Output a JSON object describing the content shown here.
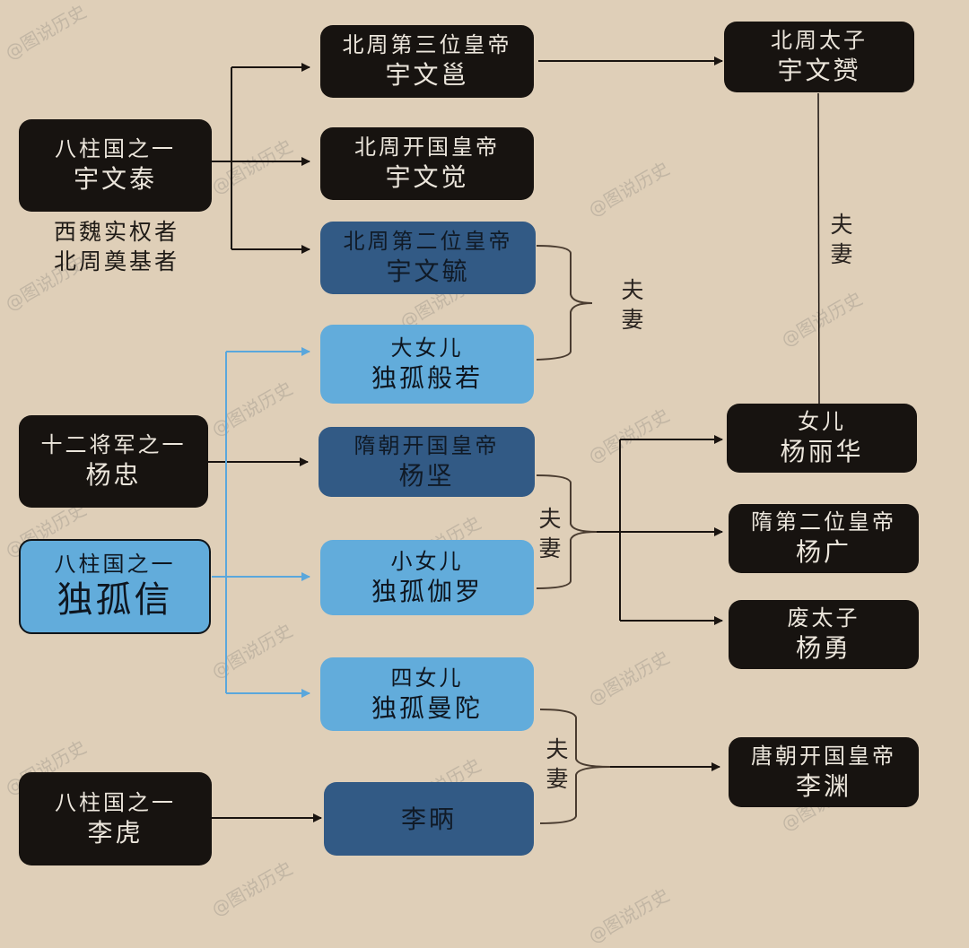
{
  "watermark": "@图说历史",
  "colors": {
    "background": "#dfcfb8",
    "black_node": "#171310",
    "dark_blue_node": "#325a85",
    "light_blue_node": "#62acdb",
    "line_black": "#1a1410",
    "line_blue": "#5aa7dc"
  },
  "nodes": {
    "yuwen_tai": {
      "title": "八柱国之一",
      "name": "宇文泰"
    },
    "yuwen_yong": {
      "title": "北周第三位皇帝",
      "name": "宇文邕"
    },
    "yuwen_jue": {
      "title": "北周开国皇帝",
      "name": "宇文觉"
    },
    "yuwen_yu": {
      "title": "北周第二位皇帝",
      "name": "宇文毓"
    },
    "yuwen_yun": {
      "title": "北周太子",
      "name": "宇文赟"
    },
    "dugu_banre": {
      "title": "大女儿",
      "name": "独孤般若"
    },
    "yang_zhong": {
      "title": "十二将军之一",
      "name": "杨忠"
    },
    "yang_jian": {
      "title": "隋朝开国皇帝",
      "name": "杨坚"
    },
    "dugu_xin": {
      "title": "八柱国之一",
      "name": "独孤信"
    },
    "dugu_qieluo": {
      "title": "小女儿",
      "name": "独孤伽罗"
    },
    "dugu_mantuo": {
      "title": "四女儿",
      "name": "独孤曼陀"
    },
    "li_hu": {
      "title": "八柱国之一",
      "name": "李虎"
    },
    "li_bing": {
      "name": "李昞"
    },
    "yang_lihua": {
      "title": "女儿",
      "name": "杨丽华"
    },
    "yang_guang": {
      "title": "隋第二位皇帝",
      "name": "杨广"
    },
    "yang_yong": {
      "title": "废太子",
      "name": "杨勇"
    },
    "li_yuan": {
      "title": "唐朝开国皇帝",
      "name": "李渊"
    }
  },
  "notes": {
    "yuwen_tai_line1": "西魏实权者",
    "yuwen_tai_line2": "北周奠基者"
  },
  "relations": {
    "spouse_a": "夫",
    "spouse_b": "妻"
  }
}
